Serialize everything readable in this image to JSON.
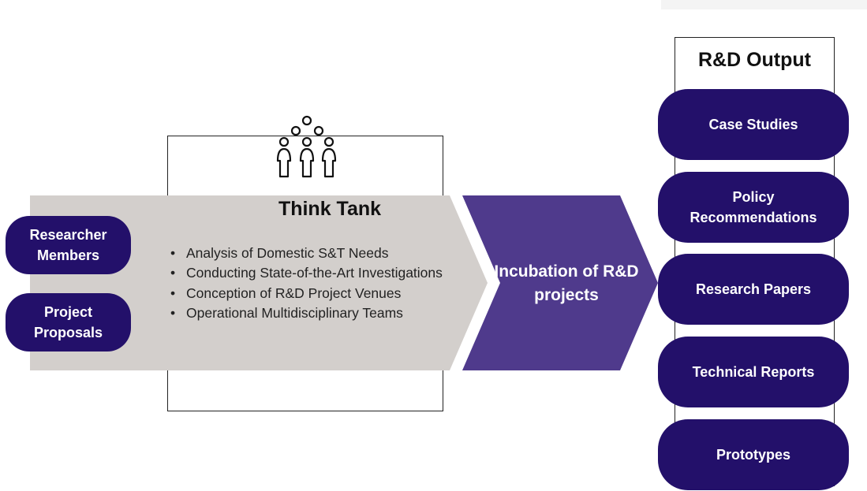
{
  "inputs": [
    {
      "label": "Researcher Members"
    },
    {
      "label": "Project Proposals"
    }
  ],
  "think_tank": {
    "title": "Think Tank",
    "people_icon": "people-group-icon",
    "activities": [
      "Analysis of Domestic S&T Needs",
      "Conducting State-of-the-Art Investigations",
      "Conception of R&D Project Venues",
      "Operational Multidisciplinary Teams"
    ]
  },
  "incubation": {
    "label": "Incubation of R&D projects"
  },
  "output": {
    "title": "R&D Output",
    "items": [
      "Case Studies",
      "Policy Recommendations",
      "Research Papers",
      "Technical Reports",
      "Prototypes"
    ]
  },
  "colors": {
    "navy": "#23106a",
    "purple": "#4f3a8c",
    "grey": "#d3cfcc",
    "outline": "#222222"
  }
}
